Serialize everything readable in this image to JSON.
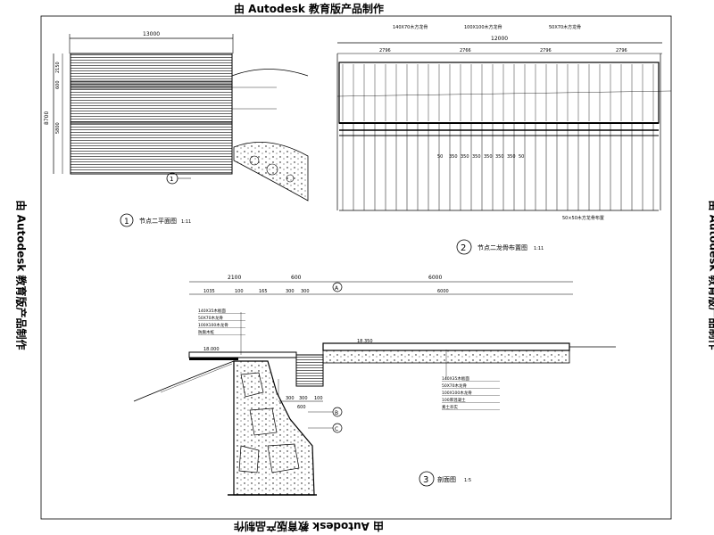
{
  "watermark": "由 Autodesk 教育版产品制作",
  "plan": {
    "title": "节点二平面图",
    "scale": "1:11",
    "dims": {
      "top": "13000",
      "left_total": "8700",
      "left_a": "2150",
      "left_b": "600",
      "left_c": "5800"
    },
    "callout_label": "1"
  },
  "layout": {
    "title": "节点二龙骨布置图",
    "scale": "1:11",
    "number": "2",
    "dims": {
      "total": "12000",
      "seg_a": "2796",
      "seg_b": "2766",
      "seg_c": "2796",
      "seg_d": "2796"
    },
    "note_a": "140X70木方龙骨",
    "note_b": "100X100木方龙骨",
    "note_c": "50X70木方龙骨",
    "note_bottom": "50×50木方龙骨布置",
    "spacing_labels": [
      "50",
      "350",
      "350",
      "350",
      "350",
      "350",
      "350",
      "50"
    ]
  },
  "section": {
    "title": "剖面图",
    "scale": "1:5",
    "number": "3",
    "dims_top": {
      "a": "2100",
      "b": "600",
      "c": "6000"
    },
    "dims_sub": {
      "a": "1035",
      "b": "100",
      "c": "165",
      "d": "300",
      "e": "300",
      "f": "6000"
    },
    "level_a": "18.350",
    "level_b": "18.000",
    "left_notes": [
      "140X35木板面",
      "50X70木龙骨",
      "100X100木龙骨",
      "防腐木桩"
    ],
    "right_notes": [
      "140X35木板面",
      "50X70木龙骨",
      "100X100木龙骨",
      "100厚混凝土",
      "素土夯实"
    ],
    "bottom_dims": [
      "300",
      "300",
      "100",
      "600"
    ],
    "callout_a": "A",
    "callout_b": "B",
    "callout_c": "C"
  }
}
